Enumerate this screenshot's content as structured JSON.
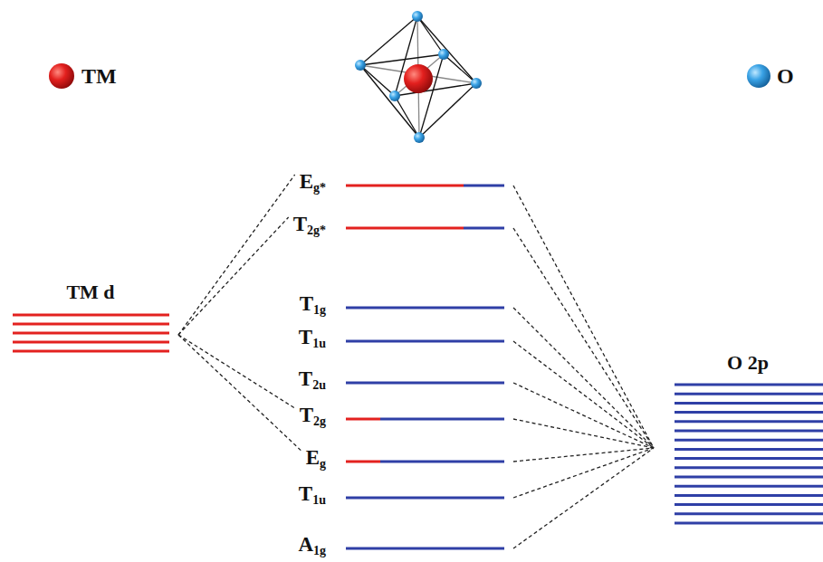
{
  "diagram": {
    "labels": [
      "TM",
      "O",
      "TM d",
      "O 2p",
      "Eg*",
      "T2g*",
      "T1g",
      "T1u",
      "T2u",
      "T2g",
      "Eg",
      "T1u",
      "A1g"
    ]
  }
}
